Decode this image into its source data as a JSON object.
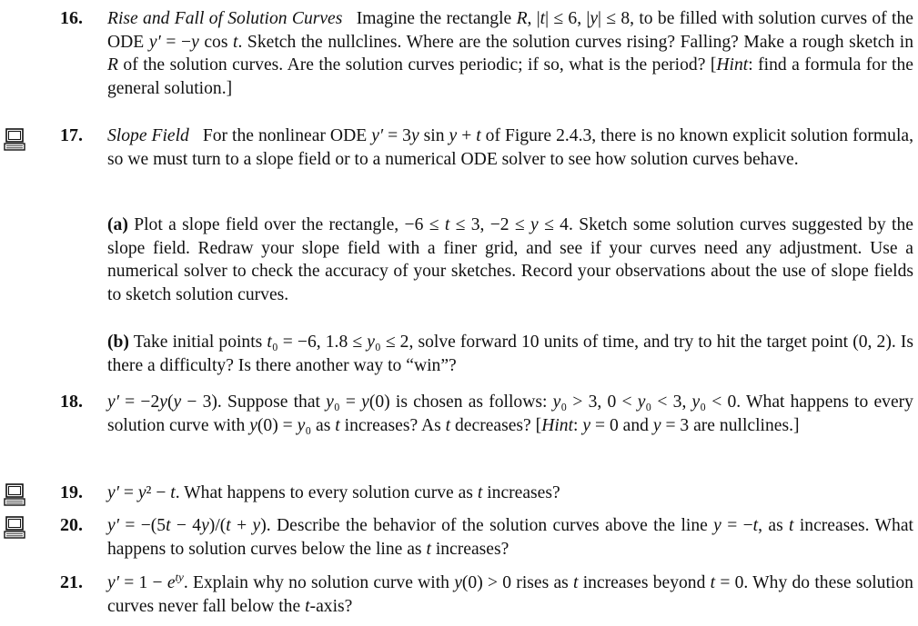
{
  "icons": {
    "computer": "computer-icon"
  },
  "problems": {
    "p16": {
      "number": "16.",
      "title": "Rise and Fall of Solution Curves",
      "text1": "Imagine the rectangle",
      "R": "R",
      "rect1": ", |",
      "t": "t",
      "rect2": "| ≤ 6,  |",
      "y": "y",
      "rect3": "| ≤ 8, to be filled with solution curves of the ODE",
      "ode_lhs": "y′",
      "ode_mid": " = −",
      "ode_y": "y",
      "ode_cos": " cos ",
      "ode_t": "t",
      "text2": ". Sketch the nullclines. Where are the solution curves rising? Falling? Make a rough sketch in",
      "R2": "R",
      "text3": "of the solution curves. Are the solution curves periodic; if so, what is the period? [",
      "hint": "Hint",
      "text4": ": find a formula for the general solution.]"
    },
    "p17": {
      "number": "17.",
      "title": "Slope Field",
      "text1": "For the nonlinear ODE",
      "ode_lhs": "y′",
      "ode_mid": " = 3",
      "ode_y": "y",
      "ode_sin": " sin ",
      "ode_y2": "y",
      "ode_plus": " + ",
      "ode_t": "t",
      "text2": " of Figure 2.4.3, there is no known explicit solution formula, so we must turn to a slope field or to a numerical ODE solver to see how solution curves behave.",
      "a_label": "(a)",
      "a_text1": "Plot a slope field over the rectangle, −6 ≤",
      "a_t": "t",
      "a_text2": "≤ 3,  −2 ≤",
      "a_y": "y",
      "a_text3": "≤ 4. Sketch some solution curves suggested by the slope field. Redraw your slope field with a finer grid, and see if your curves need any adjustment. Use a numerical solver to check the accuracy of your sketches. Record your observations about the use of slope fields to sketch solution curves.",
      "b_label": "(b)",
      "b_text1": "Take initial points",
      "b_t0": "t",
      "b_text2": "₀ = −6,  1.8 ≤",
      "b_y0": "y",
      "b_text3": "₀ ≤ 2, solve forward 10 units of time, and try to hit the target point (0, 2). Is there a difficulty? Is there another way to “win”?"
    },
    "p18": {
      "number": "18.",
      "eq": "y′",
      "eq2": " = −2",
      "eq3": "y",
      "eq4": "(",
      "eq5": "y",
      "eq6": " − 3). Suppose that",
      "y0": "y",
      "t1": "₀ =",
      "y0b": "y",
      "t2": "(0) is chosen as follows:",
      "c1y": "y",
      "c1": "₀ > 3,  0 <",
      "c2y": "y",
      "c2": "₀ < 3,",
      "c3y": "y",
      "c3": "₀ < 0. What happens to every solution curve with",
      "w_y": "y",
      "w1": "(0) =",
      "w_y0": "y",
      "w2": "₀ as",
      "w_t": "t",
      "w3": "increases? As",
      "w_t2": "t",
      "w4": "decreases? [",
      "hint": "Hint",
      "w5": ":",
      "n1": "y",
      "n2": " = 0 and",
      "n3": "y",
      "n4": " = 3 are nullclines.]"
    },
    "p19": {
      "number": "19.",
      "eq1": "y′",
      "eq2": " =",
      "eq3": "y",
      "eq4": "² −",
      "eq5": "t",
      "text": ". What happens to every solution curve as",
      "t2": "t",
      "text2": "increases?"
    },
    "p20": {
      "number": "20.",
      "eq1": "y′",
      "eq2": " = −(5",
      "eq3": "t",
      "eq4": " − 4",
      "eq5": "y",
      "eq6": ")/(",
      "eq7": "t",
      "eq8": " +",
      "eq9": "y",
      "eq10": "). Describe the behavior of the solution curves above the line",
      "l1": "y",
      "l2": " = −",
      "l3": "t",
      "l4": ", as",
      "l5": "t",
      "l6": "increases. What happens to solution curves below the line as",
      "l7": "t",
      "l8": "increases?"
    },
    "p21": {
      "number": "21.",
      "eq1": "y′",
      "eq2": " = 1 −",
      "eq3": "e",
      "eq4": "ty",
      "text1": ". Explain why no solution curve with",
      "y": "y",
      "text2": "(0) > 0 rises as",
      "t": "t",
      "text3": "increases beyond",
      "t2": "t",
      "text4": " = 0. Why do these solution curves never fall below the",
      "taxis": "t",
      "text5": "-axis?"
    }
  }
}
